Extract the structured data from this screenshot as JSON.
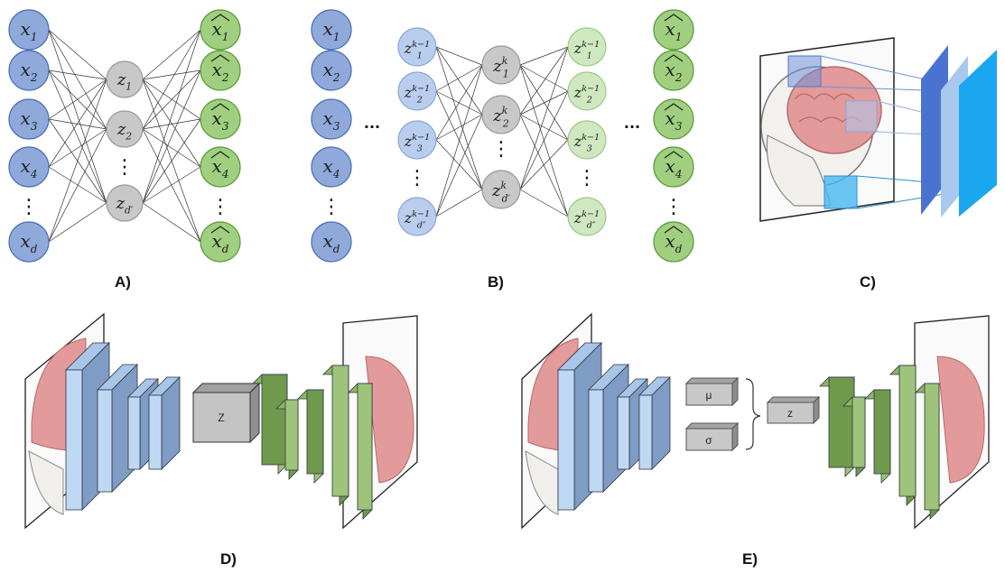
{
  "panel_labels": {
    "a": "A)",
    "b": "B)",
    "c": "C)",
    "d": "D)",
    "e": "E)"
  },
  "symbols": {
    "vdots": "⋮",
    "ellipsis": "···"
  },
  "panel_a": {
    "inputs": [
      "x",
      "x",
      "x",
      "x",
      "x"
    ],
    "input_subs": [
      "1",
      "2",
      "3",
      "4",
      "d"
    ],
    "hidden": [
      "z",
      "z",
      "z"
    ],
    "hidden_subs": [
      "1",
      "2",
      "d′"
    ],
    "outputs": [
      "x",
      "x",
      "x",
      "x",
      "x"
    ],
    "output_subs": [
      "1",
      "2",
      "3",
      "4",
      "d"
    ]
  },
  "panel_b": {
    "inputs_subs": [
      "1",
      "2",
      "3",
      "4",
      "d"
    ],
    "prev_layer_subs": [
      "1",
      "2",
      "3",
      "d″"
    ],
    "prev_layer_sup": "k−1",
    "mid_layer_subs": [
      "1",
      "2",
      "d′"
    ],
    "mid_layer_sup": "k",
    "outputs_subs": [
      "1",
      "2",
      "3",
      "4",
      "d"
    ]
  },
  "panel_d": {
    "latent_label": "Z"
  },
  "panel_e": {
    "mu_label": "μ",
    "sigma_label": "σ",
    "z_label": "z"
  },
  "colors": {
    "blue_node": "#8fa9db",
    "blue_stroke": "#4a6fb5",
    "light_blue_node": "#b9cdee",
    "gray_node": "#c8c8c8",
    "green_node": "#9fcf7f",
    "light_green_node": "#cfe8bf",
    "enc_light": "#bfd9f5",
    "enc_dark": "#7e9cc4",
    "dec_light": "#9dc47a",
    "dec_dark": "#6f9a4e",
    "brain": "#d98f8f"
  }
}
